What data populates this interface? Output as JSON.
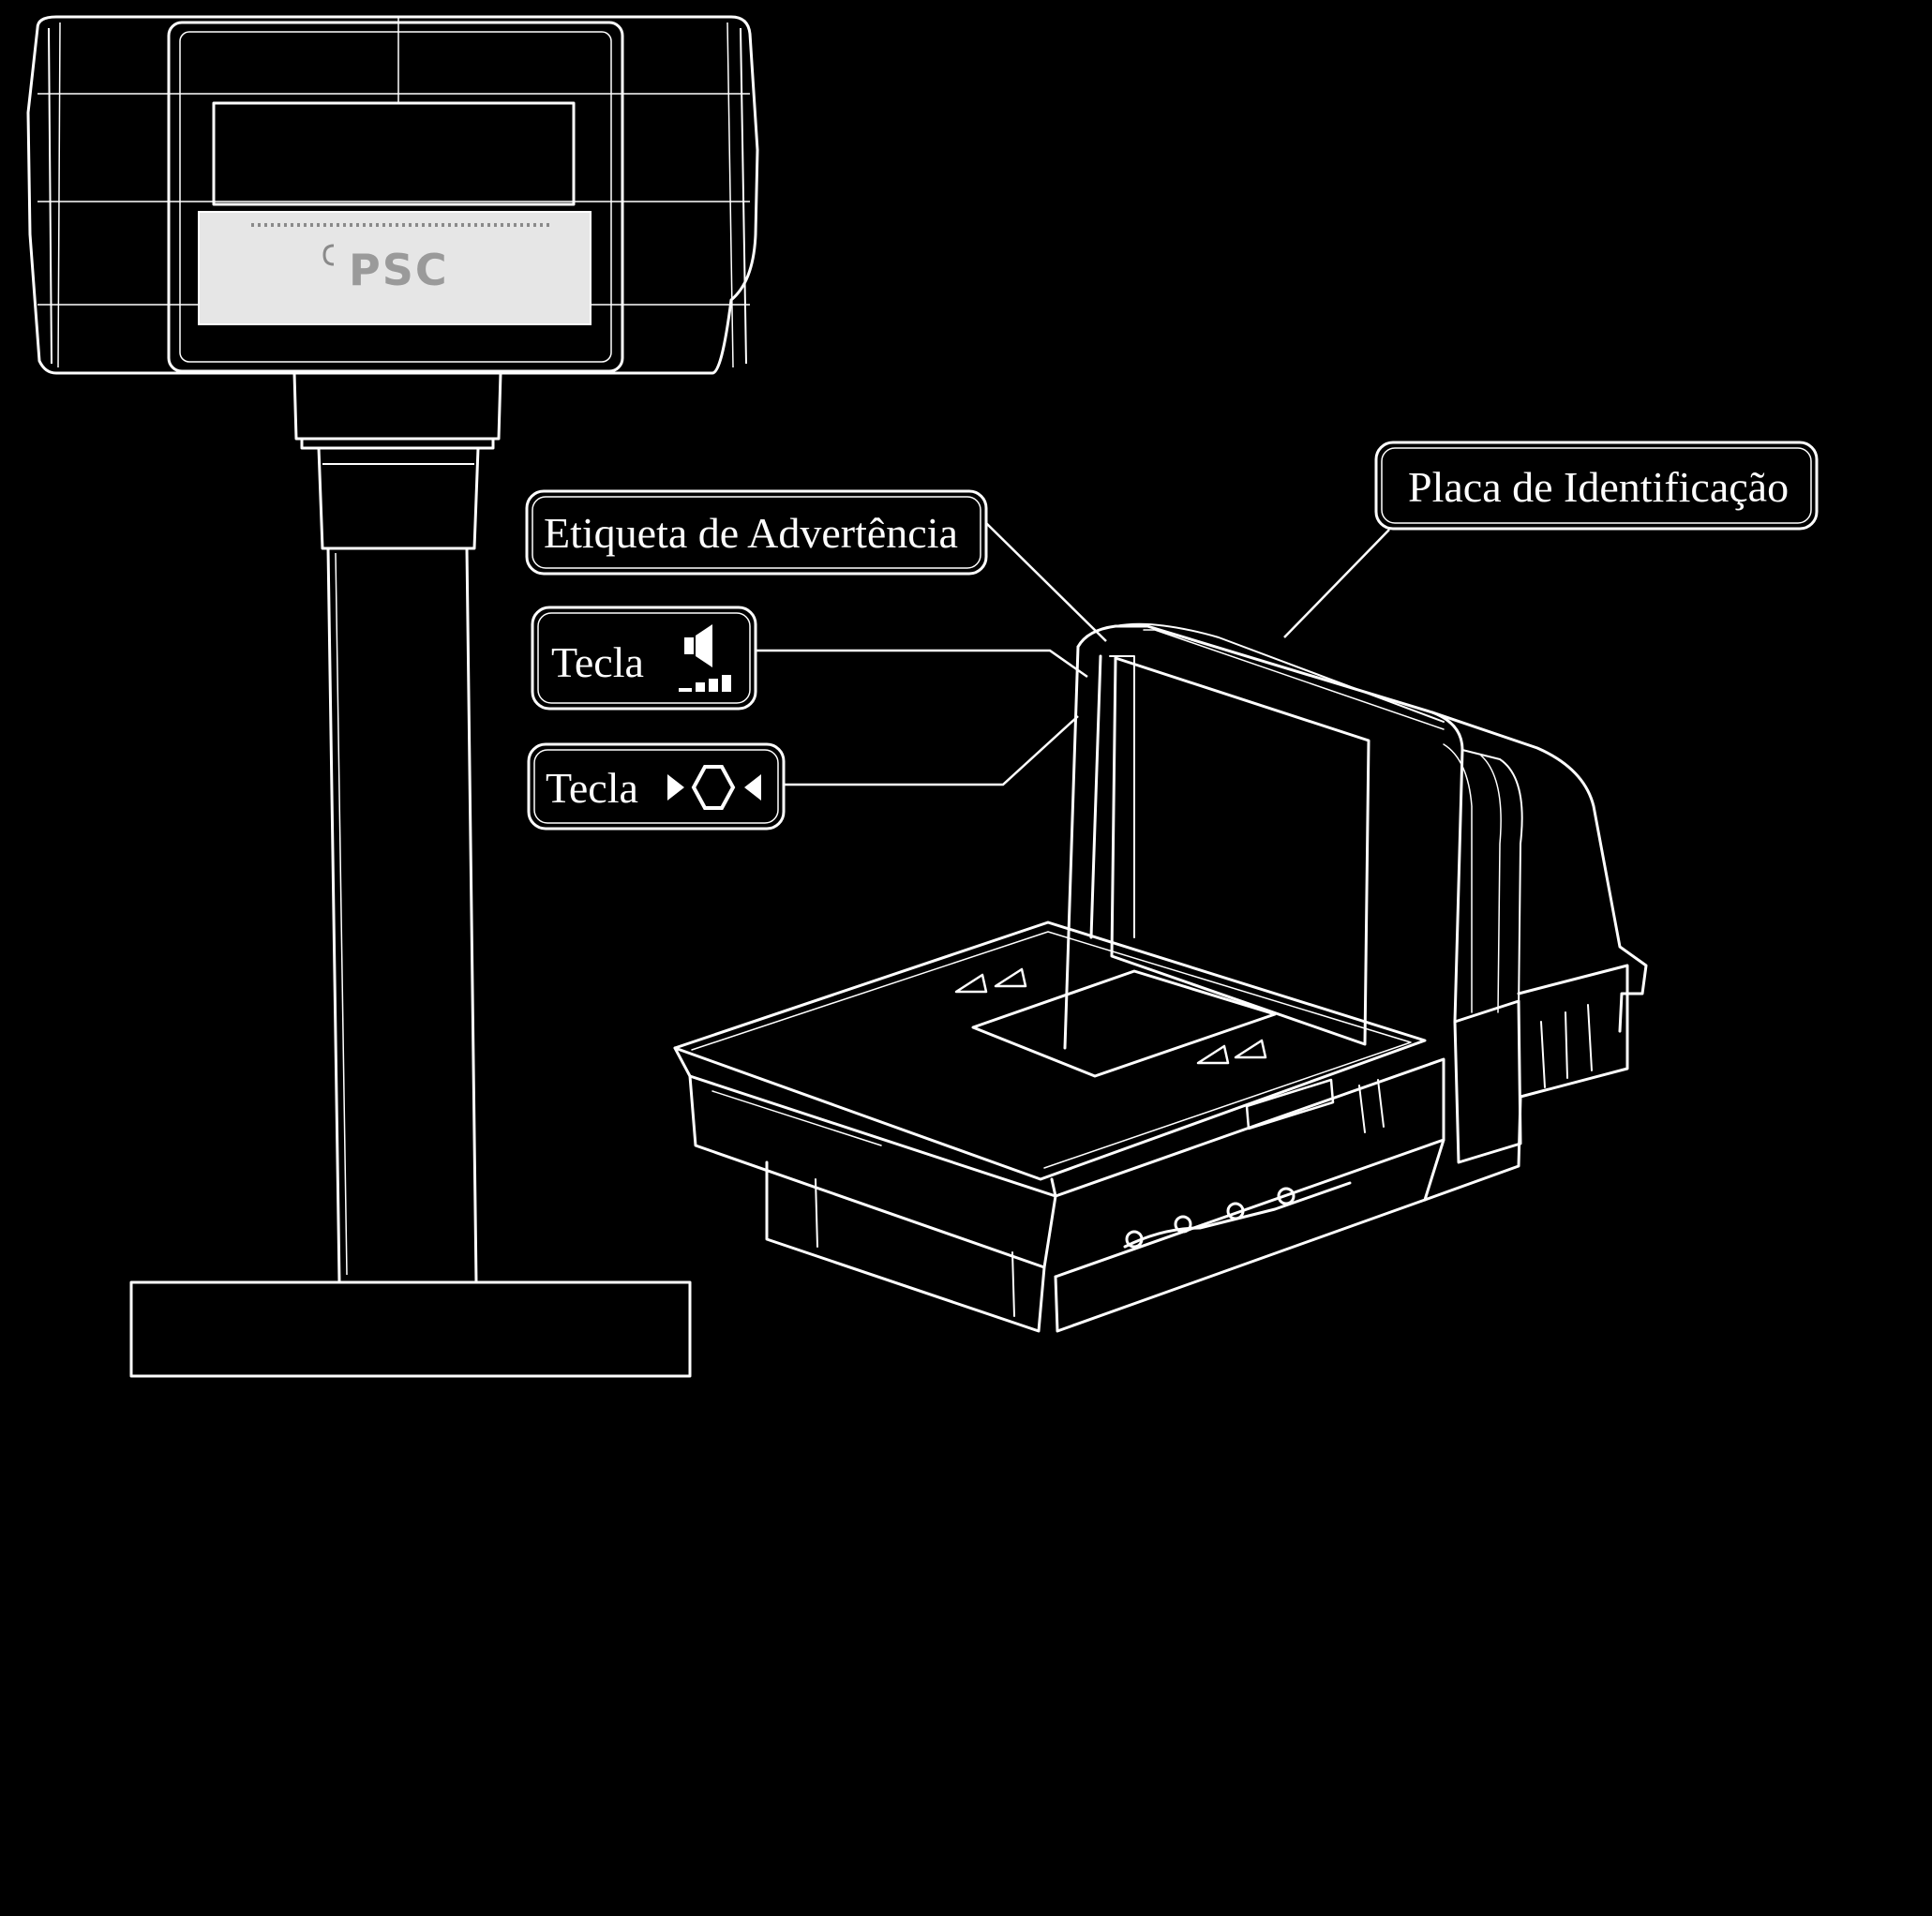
{
  "callouts": {
    "nameplate": "Placa de Identificação",
    "warning_label": "Etiqueta de Advertência",
    "volume_key": "Tecla",
    "mode_key": "Tecla"
  },
  "display_logo": "PSC",
  "icons": {
    "volume_key_icon": "speaker-volume-icon",
    "mode_key_icon": "scan-mode-icon"
  },
  "colors": {
    "background": "#000000",
    "line": "#ffffff",
    "logo_panel": "#e6e6e6"
  }
}
